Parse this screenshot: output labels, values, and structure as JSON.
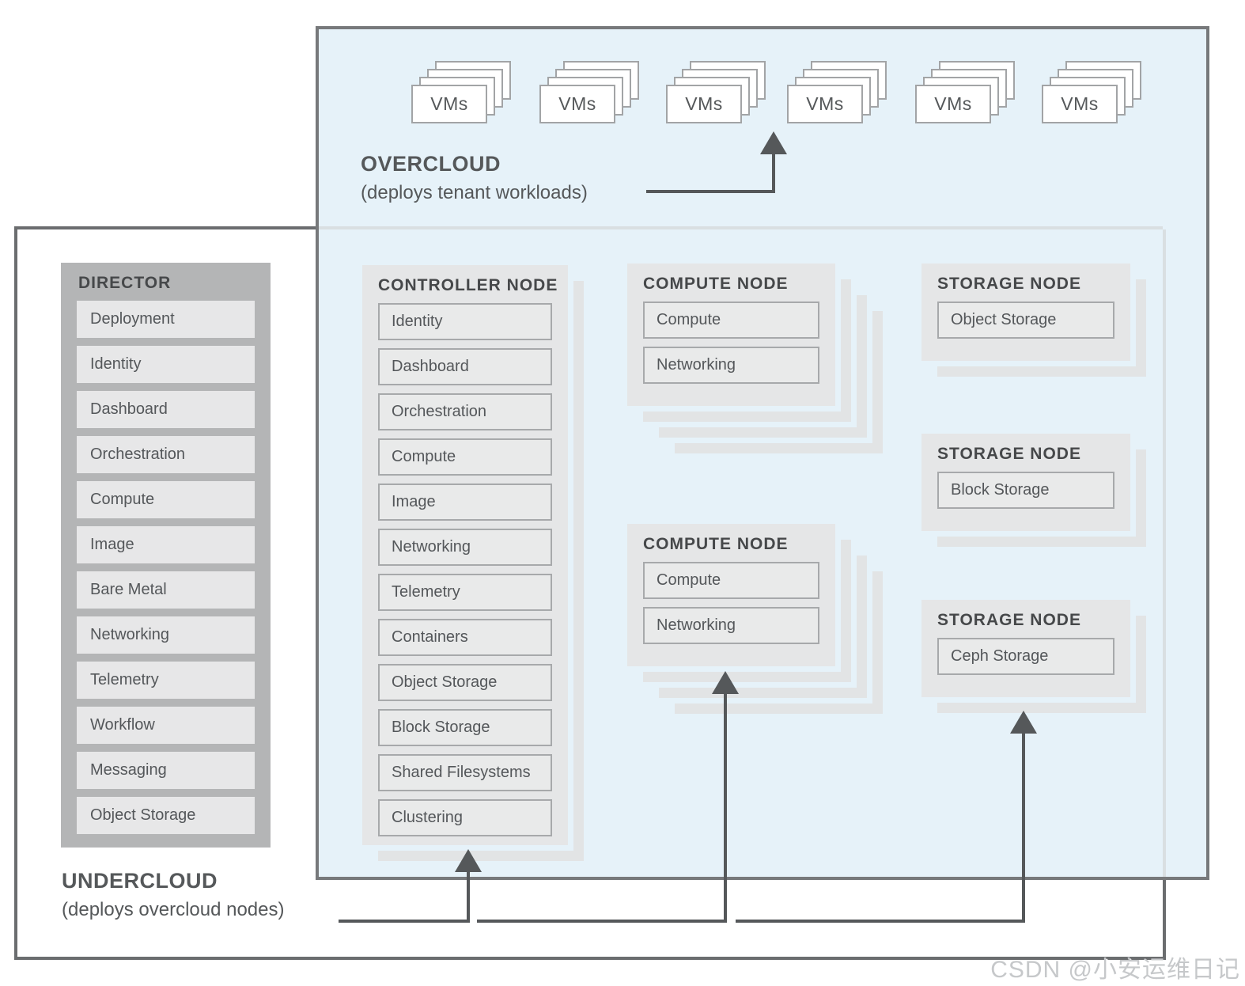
{
  "overcloud": {
    "title": "OVERCLOUD",
    "subtitle": "(deploys tenant workloads)",
    "vm_label": "VMs",
    "vm_stack_count": 6
  },
  "undercloud": {
    "title": "UNDERCLOUD",
    "subtitle": "(deploys overcloud nodes)"
  },
  "director": {
    "title": "DIRECTOR",
    "items": [
      "Deployment",
      "Identity",
      "Dashboard",
      "Orchestration",
      "Compute",
      "Image",
      "Bare Metal",
      "Networking",
      "Telemetry",
      "Workflow",
      "Messaging",
      "Object Storage"
    ]
  },
  "controller_node": {
    "title": "CONTROLLER NODE",
    "items": [
      "Identity",
      "Dashboard",
      "Orchestration",
      "Compute",
      "Image",
      "Networking",
      "Telemetry",
      "Containers",
      "Object Storage",
      "Block Storage",
      "Shared Filesystems",
      "Clustering"
    ]
  },
  "compute_nodes": [
    {
      "title": "COMPUTE NODE",
      "items": [
        "Compute",
        "Networking"
      ]
    },
    {
      "title": "COMPUTE NODE",
      "items": [
        "Compute",
        "Networking"
      ]
    }
  ],
  "storage_nodes": [
    {
      "title": "STORAGE NODE",
      "items": [
        "Object Storage"
      ]
    },
    {
      "title": "STORAGE NODE",
      "items": [
        "Block Storage"
      ]
    },
    {
      "title": "STORAGE NODE",
      "items": [
        "Ceph Storage"
      ]
    }
  ],
  "watermark": "CSDN @小安运维日记",
  "colors": {
    "overcloud_fill": "#E6F2F9",
    "overcloud_border": "#77797B",
    "undercloud_border": "#6B6D6F",
    "panel_gray": "#E5E6E7",
    "director_gray": "#B4B5B6",
    "item_border": "#A7A9AB",
    "arrow": "#55585A",
    "text": "#54575A"
  }
}
